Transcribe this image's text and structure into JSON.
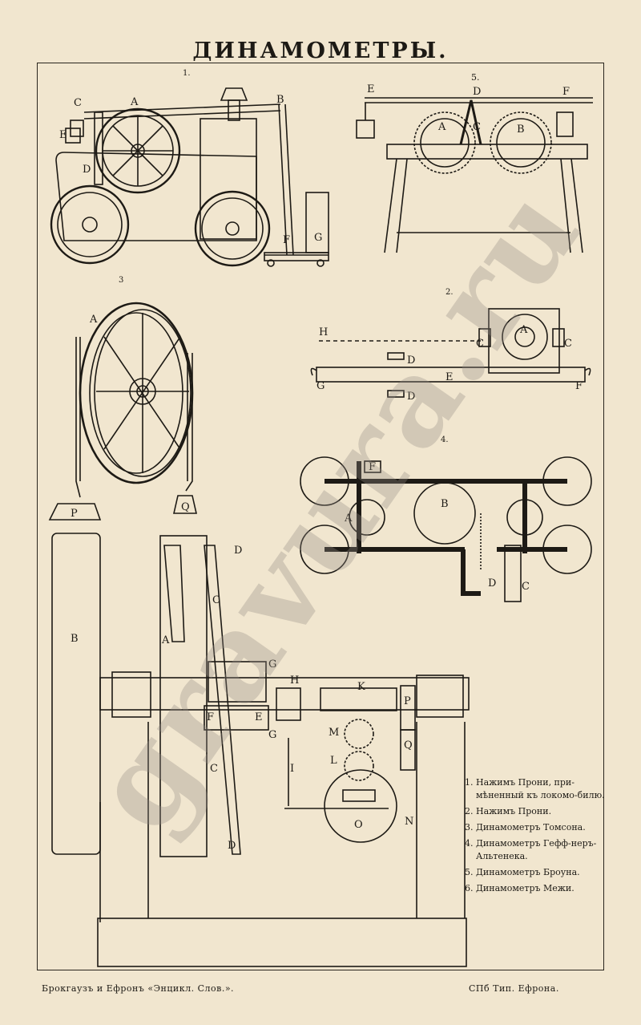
{
  "title": "ДИНАМОМЕТРЫ.",
  "figure_numbers": [
    "1.",
    "5.",
    "3",
    "2.",
    "4."
  ],
  "figure_labels": {
    "fig1": [
      "C",
      "A",
      "B",
      "E",
      "D",
      "F",
      "G"
    ],
    "fig5": [
      "E",
      "D",
      "F",
      "A",
      "C",
      "B"
    ],
    "fig3": [
      "A",
      "P",
      "Q"
    ],
    "fig2": [
      "H",
      "A",
      "C",
      "C",
      "D",
      "E",
      "G",
      "D",
      "F"
    ],
    "fig4": [
      "F",
      "A",
      "B",
      "D",
      "C"
    ],
    "fig6": [
      "D",
      "B",
      "C",
      "A",
      "G",
      "H",
      "K",
      "P",
      "F",
      "E",
      "G",
      "M",
      "Q",
      "L",
      "I",
      "O",
      "N",
      "C",
      "D"
    ]
  },
  "legend": [
    "1. Нажимъ Прони, при-мѣненный къ локомо-билю.",
    "2. Нажимъ Прони.",
    "3. Динамометръ Томсона.",
    "4. Динамометръ Гефф-неръ-Альтенека.",
    "5. Динамометръ Броуна.",
    "6. Динамометръ Межи."
  ],
  "footer": {
    "left": "Брокгаузъ и Ефронъ «Энцикл. Слов.».",
    "right": "СПб Тип. Ефрона."
  },
  "watermark": "gravura.ru"
}
